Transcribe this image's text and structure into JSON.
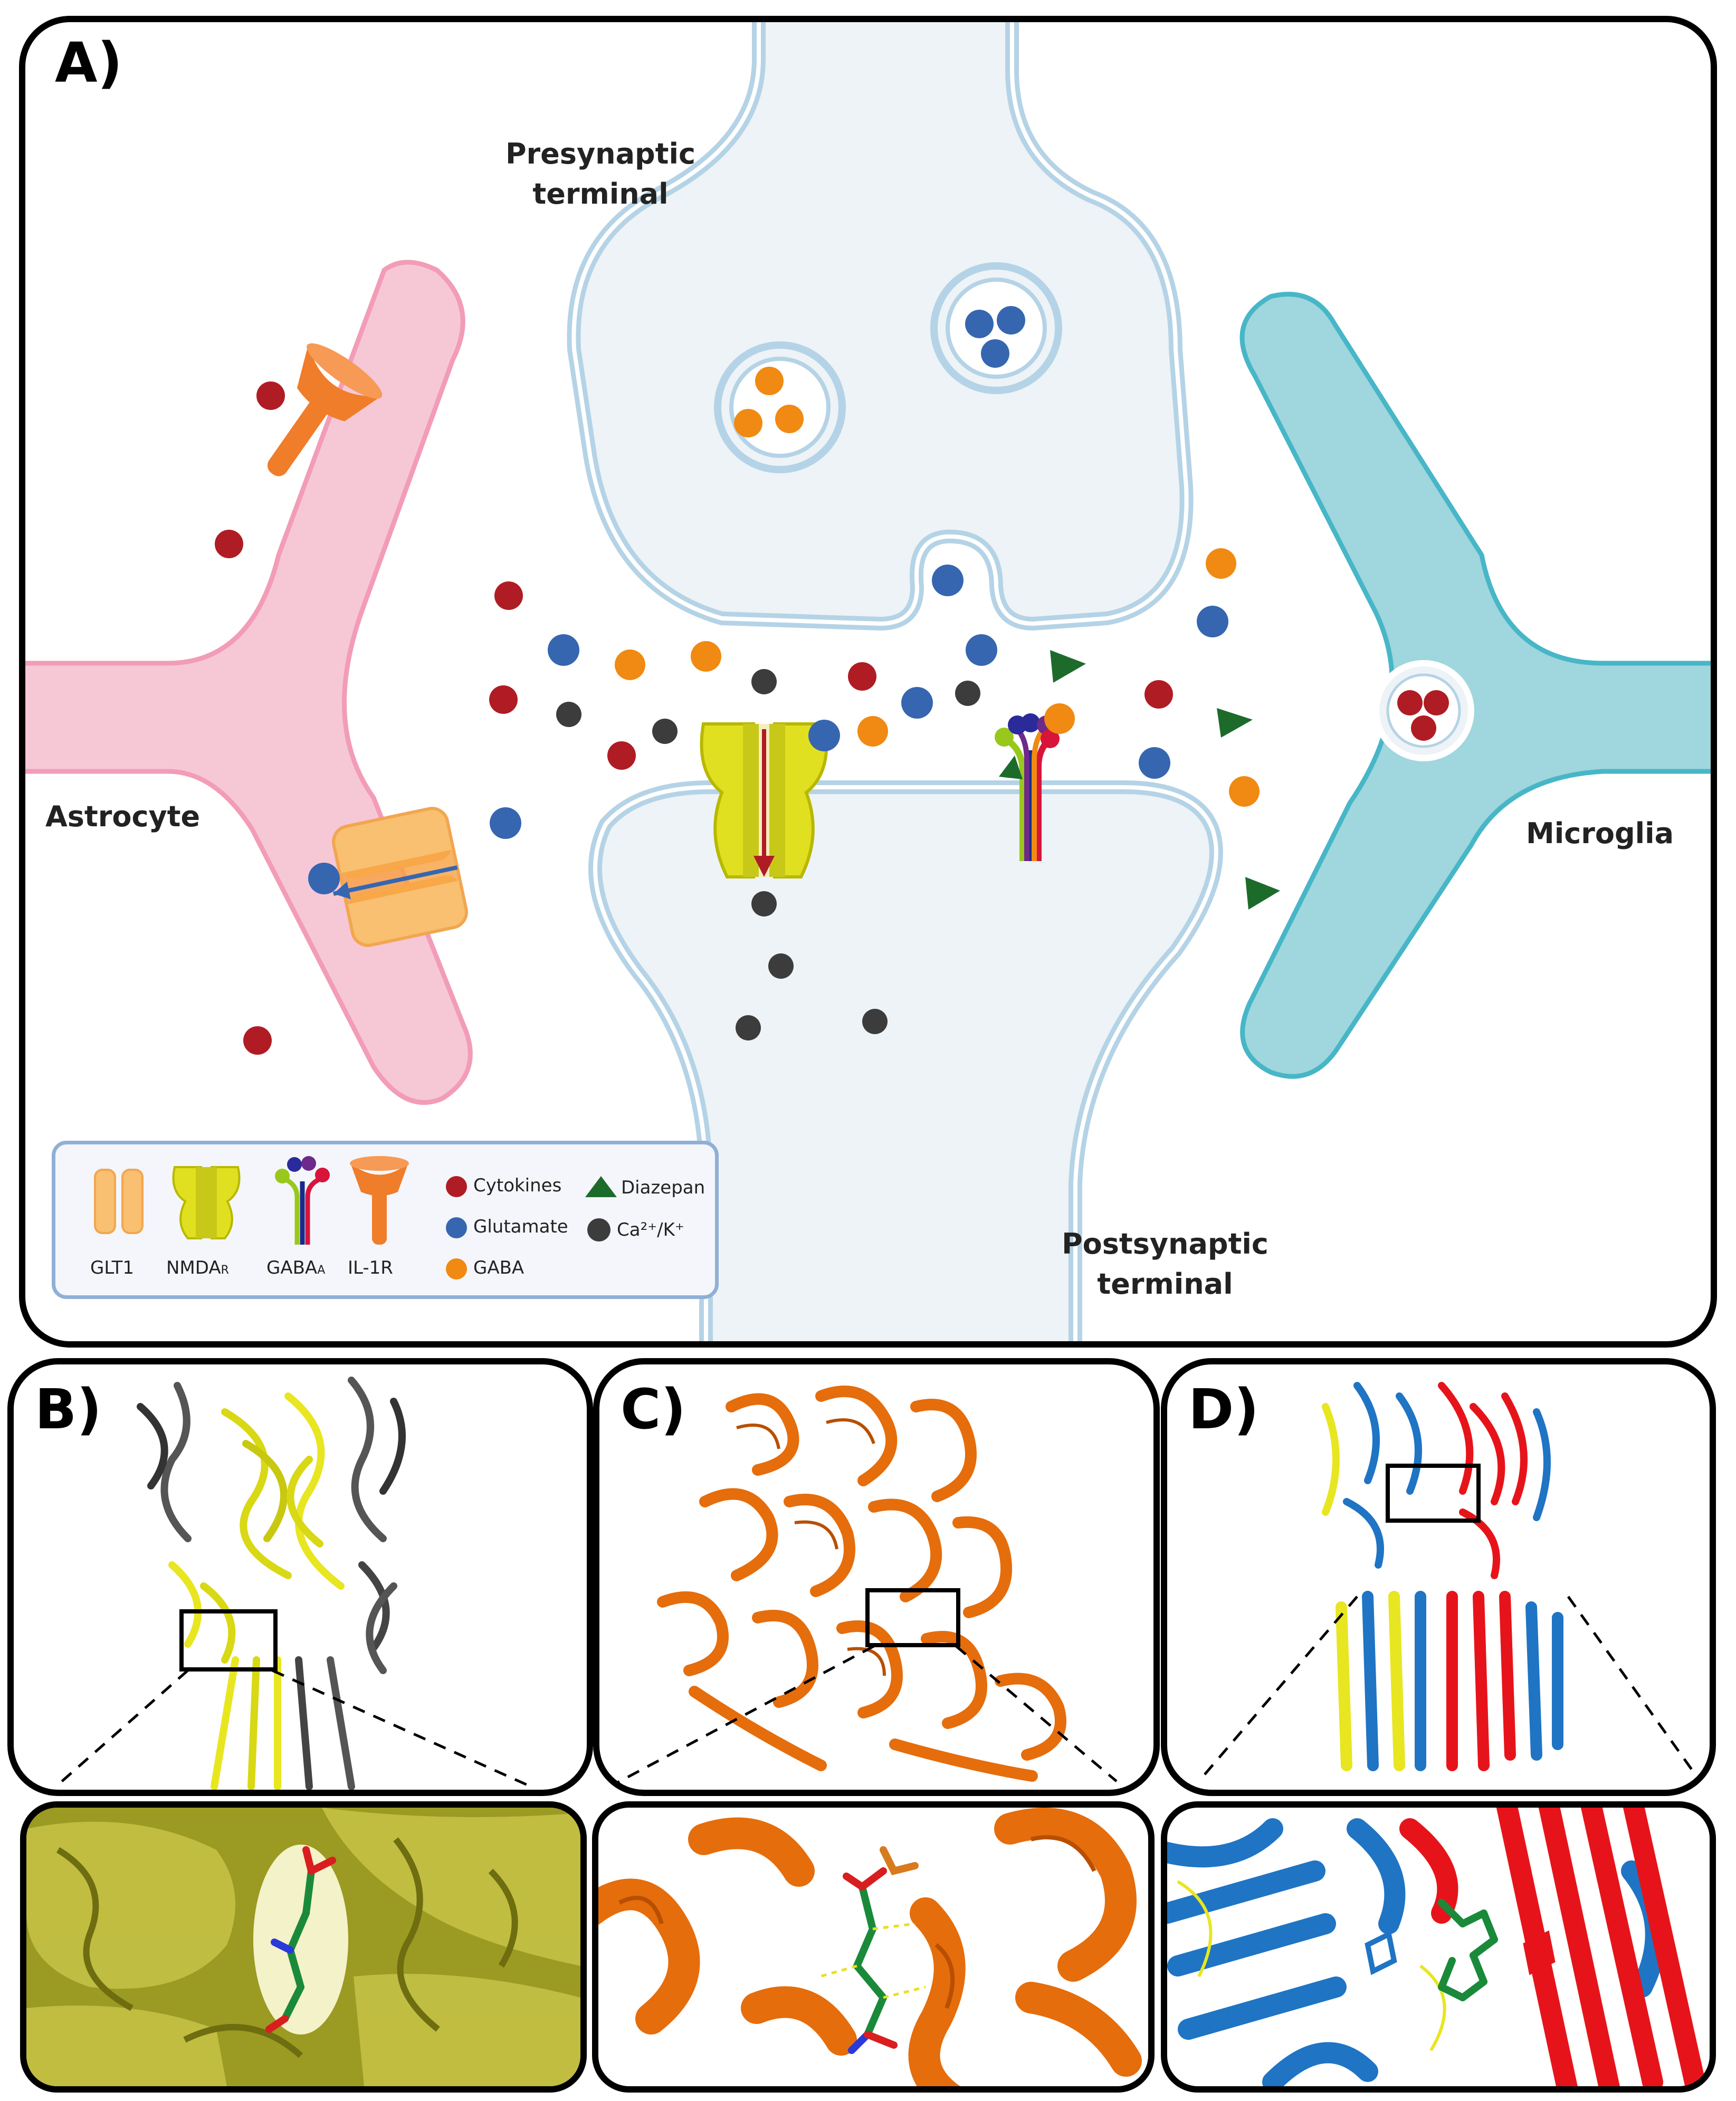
{
  "panels": {
    "a": "A)",
    "b": "B)",
    "c": "C)",
    "d": "D)"
  },
  "labels": {
    "presynaptic": [
      "Presynaptic",
      "terminal"
    ],
    "postsynaptic": [
      "Postsynaptic",
      "terminal"
    ],
    "astrocyte": "Astrocyte",
    "microglia": "Microglia"
  },
  "legend": {
    "glt1": "GLT1",
    "nmda": "NMDA",
    "nmda_sub": "R",
    "gaba": "GABA",
    "gaba_sub": "A",
    "il1r": "IL-1R",
    "cytokines": "Cytokines",
    "glutamate": "Glutamate",
    "gaba_ligand": "GABA",
    "diazepan": "Diazepan",
    "ions": "Ca²⁺/K⁺"
  },
  "colors": {
    "cytokine": "#b01c24",
    "glutamate": "#3666b0",
    "gaba": "#f08a12",
    "ion": "#3c3c3c",
    "diazepan": "#1d6b2b",
    "astrocyte": "#f6c8d6",
    "microglia": "#a0d6dd",
    "neuron": "#edf3f6",
    "nmda": "#e0e020",
    "glt1": "#f8c070",
    "il1r": "#ef7d2a",
    "protein_b": "#e8e620",
    "protein_c": "#e56d0c",
    "protein_d_red": "#e6141a",
    "protein_d_blue": "#1f74c4"
  }
}
